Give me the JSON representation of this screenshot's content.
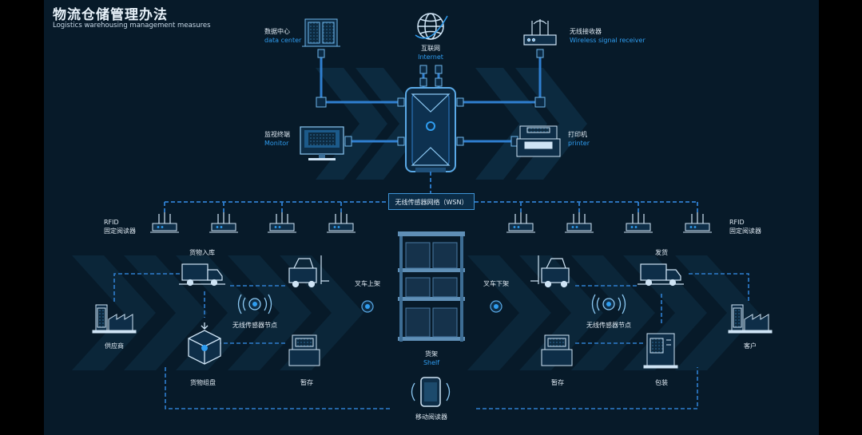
{
  "header": {
    "title": "物流仓储管理办法",
    "subtitle": "Logistics warehousing management measures"
  },
  "nodes": {
    "data_center": {
      "zh": "数据中心",
      "en": "data center"
    },
    "internet": {
      "zh": "互联网",
      "en": "Internet"
    },
    "wireless_receiver": {
      "zh": "无线接收器",
      "en": "Wireless signal receiver"
    },
    "monitor": {
      "zh": "监视终端",
      "en": "Monitor"
    },
    "printer": {
      "zh": "打印机",
      "en": "printer"
    },
    "wsn": "无线传感器网络（WSN）",
    "rfid_left": {
      "line1": "RFID",
      "line2": "固定阅读器"
    },
    "rfid_right": {
      "line1": "RFID",
      "line2": "固定阅读器"
    },
    "goods_inbound": "货物入库",
    "shipping": "发货",
    "forklift_up": "叉车上架",
    "forklift_down": "叉车下架",
    "sensor_node_left": "无线传感器节点",
    "sensor_node_right": "无线传感器节点",
    "supplier": "供应商",
    "customer": "客户",
    "pallet_assembly": "货物组盘",
    "temp_storage_left": "暂存",
    "temp_storage_right": "暂存",
    "packaging": "包装",
    "shelf": {
      "zh": "货架",
      "en": "Shelf"
    },
    "mobile_reader": "移动阅读器"
  },
  "colors": {
    "background": "#071a29",
    "accent": "#2f9df0",
    "line": "#2f7fd0",
    "text": "#dfe9f2",
    "chevron": "#0c2a3f"
  }
}
